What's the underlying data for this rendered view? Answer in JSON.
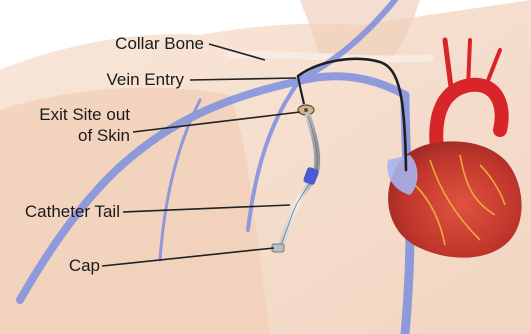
{
  "labels": {
    "collar_bone": "Collar Bone",
    "vein_entry": "Vein Entry",
    "exit_site_line1": "Exit Site out",
    "exit_site_line2": "of Skin",
    "catheter_tail": "Catheter Tail",
    "cap": "Cap"
  },
  "colors": {
    "skin": "#f3d2bc",
    "skin_shade": "#e8bfa4",
    "vein": "#7d8fe0",
    "heart": "#c8392f",
    "artery": "#d8252a",
    "catheter": "#1e1e1e",
    "tubing": "#9aa2a8",
    "clamp": "#4a5ad0",
    "leader_line": "#222222"
  }
}
